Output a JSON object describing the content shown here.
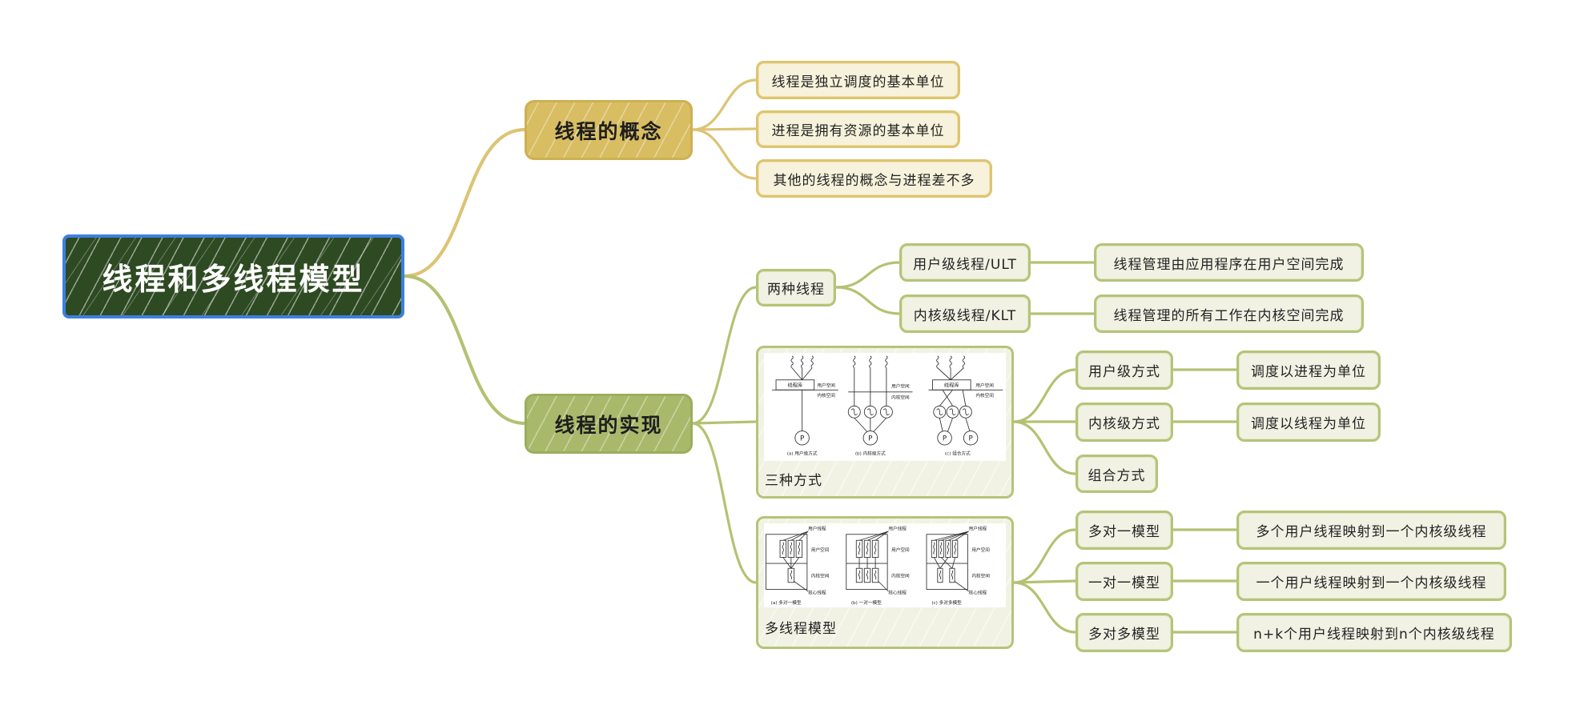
{
  "colors": {
    "root_fill": "#2e4a22",
    "root_border": "#3d7fe0",
    "concept_fill": "#d8bd62",
    "implementation_fill": "#a9b96b",
    "concept_line": "#dcc474",
    "implementation_line": "#b3c272",
    "concept_leaf_fill": "#f7f2db",
    "implementation_leaf_fill": "#f1f2e4"
  },
  "mindmap": {
    "root": {
      "label": "线程和多线程模型"
    },
    "concept": {
      "label": "线程的概念",
      "items": [
        "线程是独立调度的基本单位",
        "进程是拥有资源的基本单位",
        "其他的线程的概念与进程差不多"
      ]
    },
    "implementation": {
      "label": "线程的实现",
      "two_kinds": {
        "label": "两种线程",
        "items": [
          {
            "label": "用户级线程/ULT",
            "detail": "线程管理由应用程序在用户空间完成"
          },
          {
            "label": "内核级线程/KLT",
            "detail": "线程管理的所有工作在内核空间完成"
          }
        ]
      },
      "three_ways": {
        "label": "三种方式",
        "figure": {
          "thread_library": "线程库",
          "user_space": "用户空间",
          "kernel_space": "内核空间",
          "process": "P",
          "captions": [
            "(a) 用户级方式",
            "(b) 内核级方式",
            "(c) 组合方式"
          ]
        },
        "items": [
          {
            "label": "用户级方式",
            "detail": "调度以进程为单位"
          },
          {
            "label": "内核级方式",
            "detail": "调度以线程为单位"
          },
          {
            "label": "组合方式"
          }
        ]
      },
      "models": {
        "label": "多线程模型",
        "figure": {
          "user_thread": "用户线程",
          "user_space": "用户空间",
          "kernel_space": "内核空间",
          "kernel_thread": "核心线程",
          "captions": [
            "(a) 多对一模型",
            "(b) 一对一模型",
            "(c) 多对多模型"
          ]
        },
        "items": [
          {
            "label": "多对一模型",
            "detail": "多个用户线程映射到一个内核级线程"
          },
          {
            "label": "一对一模型",
            "detail": "一个用户线程映射到一个内核级线程"
          },
          {
            "label": "多对多模型",
            "detail": "n+k个用户线程映射到n个内核级线程"
          }
        ]
      }
    }
  }
}
